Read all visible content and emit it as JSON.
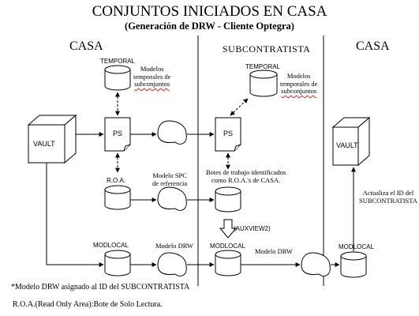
{
  "title": "CONJUNTOS INICIADOS EN CASA",
  "subtitle": "(Generación de DRW - Cliente Optegra)",
  "sections": {
    "left": "CASA",
    "middle": "SUBCONTRATISTA",
    "right": "CASA"
  },
  "nodes": {
    "vault_left": "VAULT",
    "vault_right": "VAULT",
    "ps_left": "PS",
    "ps_mid": "PS",
    "temporal_left": "TEMPORAL",
    "temporal_mid": "TEMPORAL",
    "roa": "R.O.A.",
    "modlocal_left": "MODLOCAL",
    "modlocal_mid": "MODLOCAL",
    "modlocal_right": "MODLOCAL"
  },
  "labels": {
    "modelos_temp_left": [
      "Modelos",
      "temporales de",
      "subconjuntos"
    ],
    "modelos_temp_mid": [
      "Modelos",
      "temporales de",
      "subconjuntos"
    ],
    "modelo_spc": [
      "Modelo SPC",
      "de referencia"
    ],
    "botes": [
      "Botes de trabajo identificados",
      "como R.O.A.'s de CASA."
    ],
    "auxview": "(AUXVIEW2)",
    "modelo_drw_left": "Modelo DRW",
    "modelo_drw_mid": "Modelo DRW",
    "actualiza": [
      "Actualiza el ID del",
      "SUBCONTRATISTA"
    ]
  },
  "notes": {
    "note1": "*Modelo DRW asignado al ID del SUBCONTRATISTA",
    "note2": "R.O.A.(Read Only Area):Bote de Solo Lectura."
  }
}
